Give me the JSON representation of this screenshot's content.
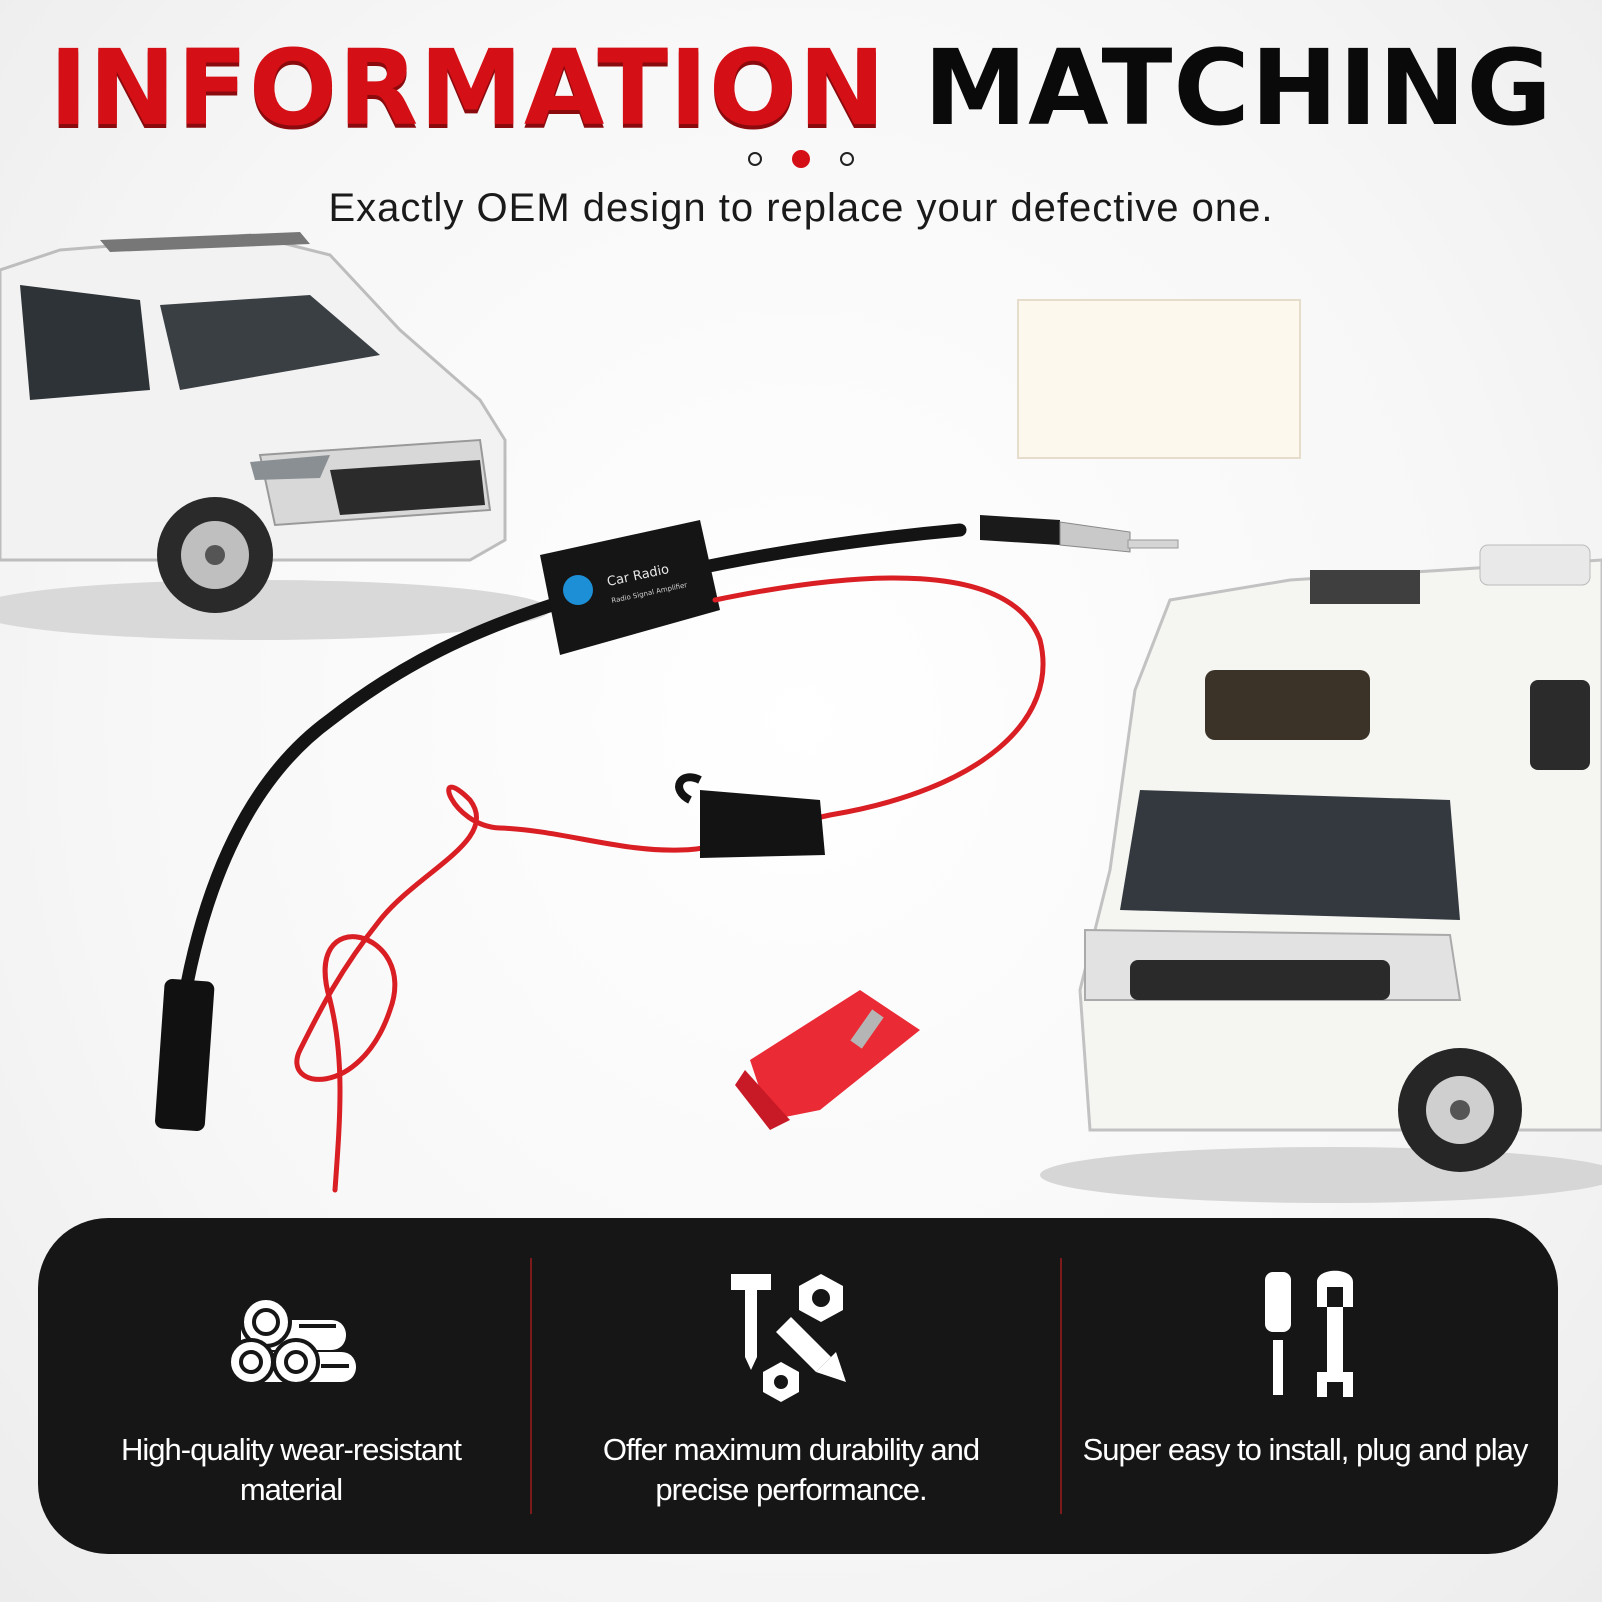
{
  "headline": {
    "part1": "INFORMATION",
    "part2": "MATCHING"
  },
  "pager": {
    "count": 3,
    "active_index": 1
  },
  "subtitle": "Exactly OEM design to replace your defective one.",
  "product": {
    "module_title": "Car Radio",
    "module_subtitle": "Radio Signal Amplifier"
  },
  "features": [
    {
      "icon": "material-rolls-icon",
      "label": "High-quality wear-resistant material"
    },
    {
      "icon": "screw-bolt-nut-icon",
      "label": "Offer maximum durability and precise performance."
    },
    {
      "icon": "screwdriver-wrench-icon",
      "label": "Super easy to install, plug and play"
    }
  ],
  "colors": {
    "accent_red": "#d50f16",
    "panel_bg": "#161616",
    "text_dark": "#0a0a0a"
  }
}
